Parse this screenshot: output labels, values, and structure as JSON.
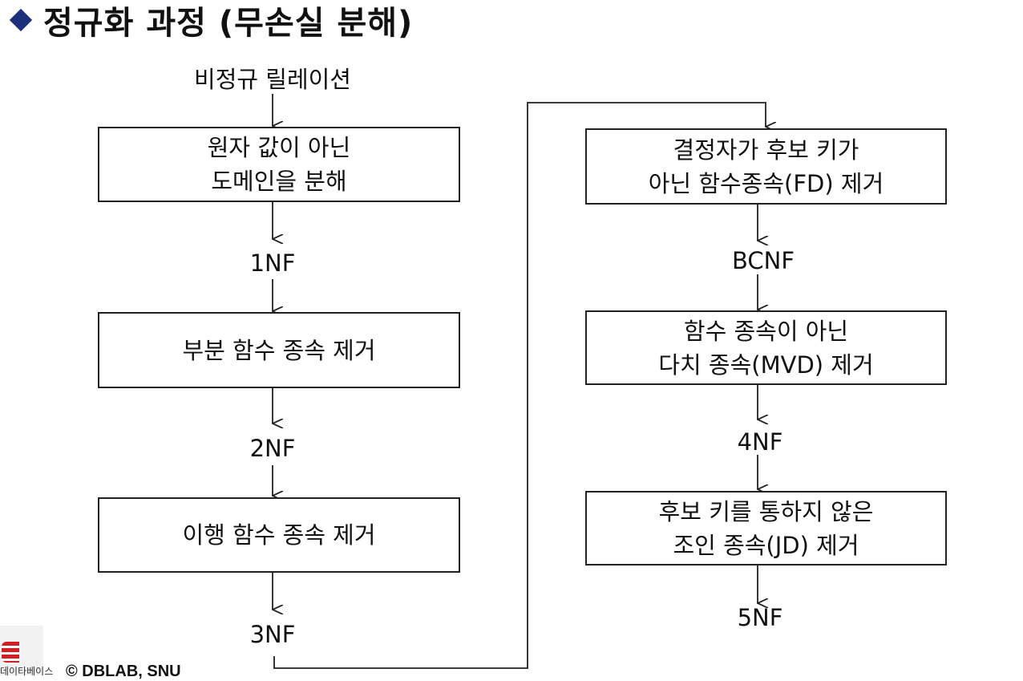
{
  "title": "정규화 과정 (무손실 분해)",
  "left_column": {
    "start_label": "비정규 릴레이션",
    "steps": [
      {
        "line1": "원자 값이 아닌",
        "line2": "도메인을 분해",
        "result": "1NF"
      },
      {
        "line1": "부분 함수 종속 제거",
        "line2": "",
        "result": "2NF"
      },
      {
        "line1": "이행 함수 종속 제거",
        "line2": "",
        "result": "3NF"
      }
    ]
  },
  "right_column": {
    "steps": [
      {
        "line1": "결정자가 후보 키가",
        "line2": "아닌 함수종속(FD) 제거",
        "result": "BCNF"
      },
      {
        "line1": "함수 종속이 아닌",
        "line2": "다치 종속(MVD) 제거",
        "result": "4NF"
      },
      {
        "line1": "후보 키를 통하지 않은",
        "line2": "조인 종속(JD) 제거",
        "result": "5NF"
      }
    ]
  },
  "footer": {
    "logo_text": "데이타베이스",
    "copyright": "© DBLAB, SNU"
  },
  "colors": {
    "bullet": "#1b2f7a",
    "logo_red": "#d21f26"
  }
}
